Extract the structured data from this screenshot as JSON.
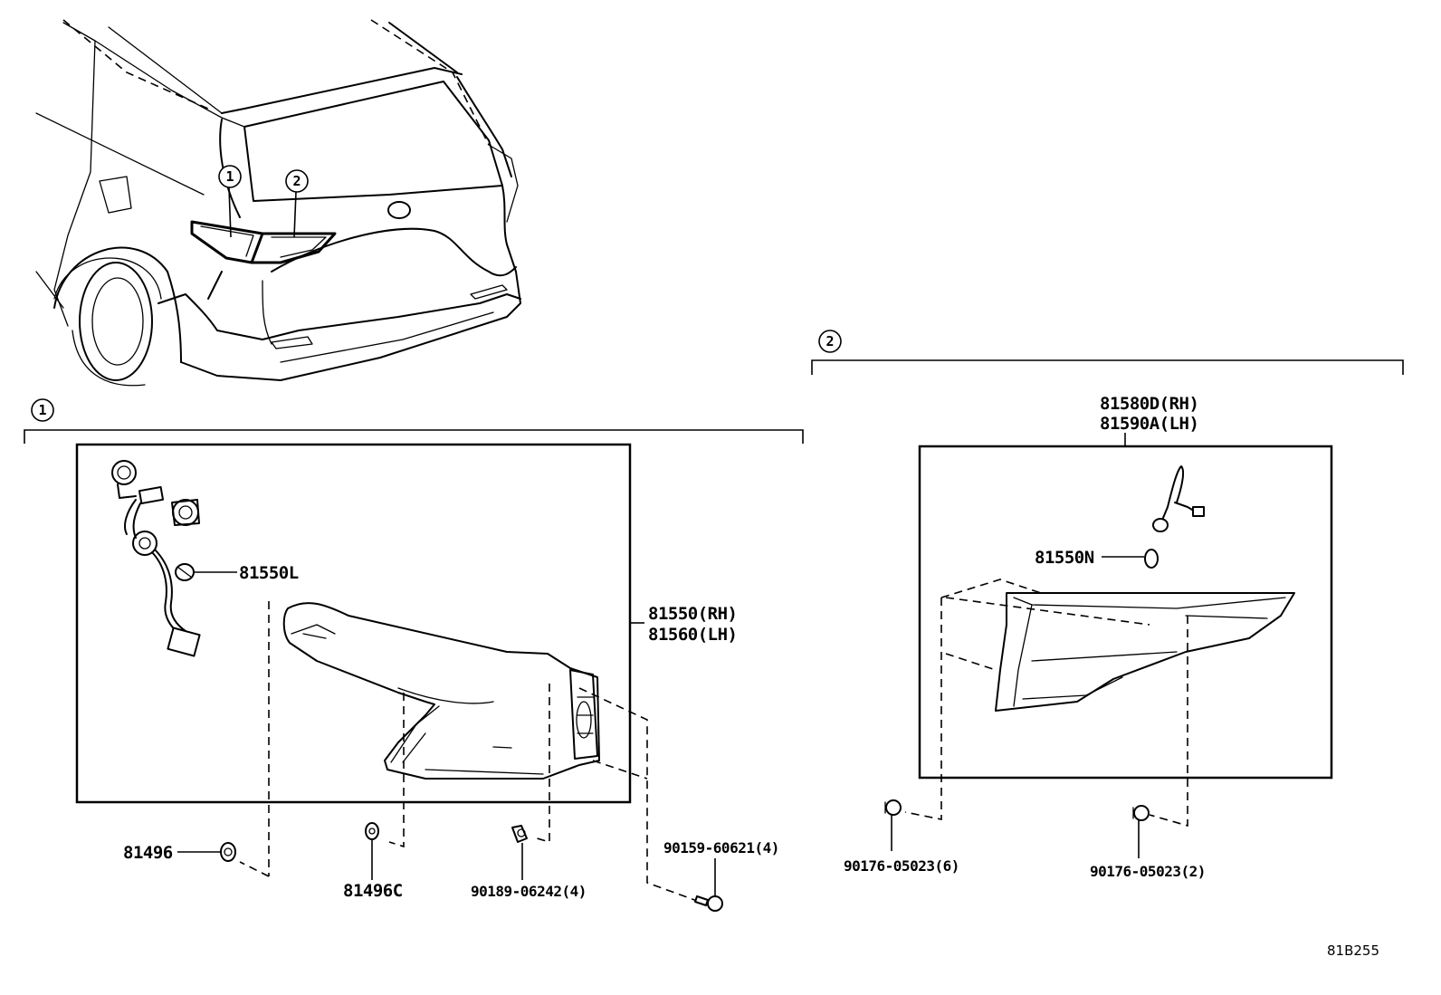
{
  "diagram": {
    "callouts": {
      "one": "1",
      "two": "2"
    },
    "parts": {
      "bulb_left": "81550L",
      "lamp_rh": "81550(RH)",
      "lamp_lh": "81560(LH)",
      "retainer": "81496",
      "retainer_c": "81496C",
      "screw_a": "90189-06242(4)",
      "screw_b": "90159-60621(4)",
      "inner_rh": "81580D(RH)",
      "inner_lh": "81590A(LH)",
      "bulb_n": "81550N",
      "nut_6": "90176-05023(6)",
      "nut_2": "90176-05023(2)"
    },
    "reference_code": "81B255"
  }
}
